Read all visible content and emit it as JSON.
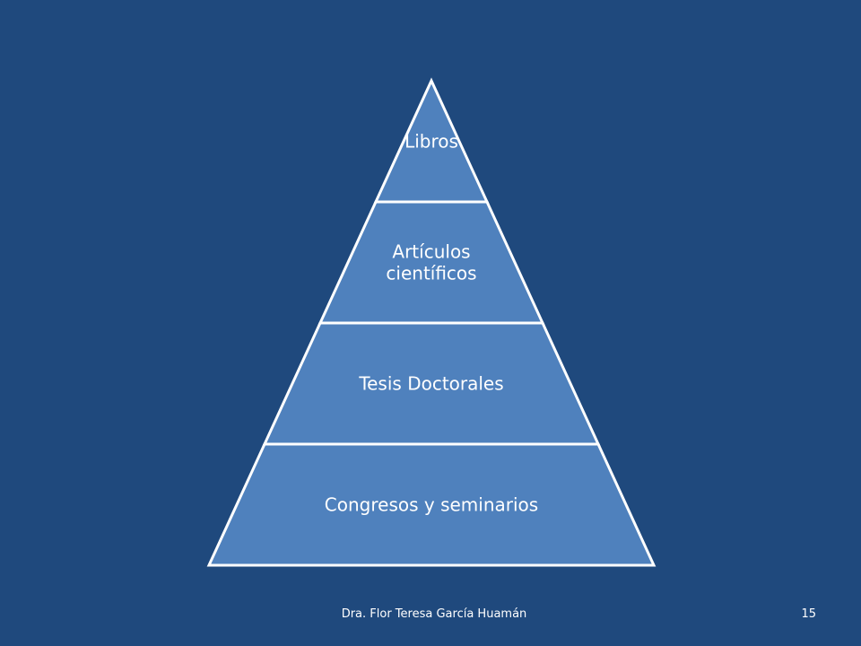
{
  "diagram": {
    "type": "pyramid",
    "levels": [
      {
        "lines": [
          "Libros"
        ]
      },
      {
        "lines": [
          "Artículos",
          "científicos"
        ]
      },
      {
        "lines": [
          "Tesis Doctorales"
        ]
      },
      {
        "lines": [
          "Congresos y seminarios"
        ]
      }
    ],
    "fill_color": "#4f81bd",
    "border_color": "#ffffff"
  },
  "footer": {
    "author": "Dra. Flor Teresa García Huamán",
    "page_number": "15"
  },
  "background_color": "#1f497d"
}
